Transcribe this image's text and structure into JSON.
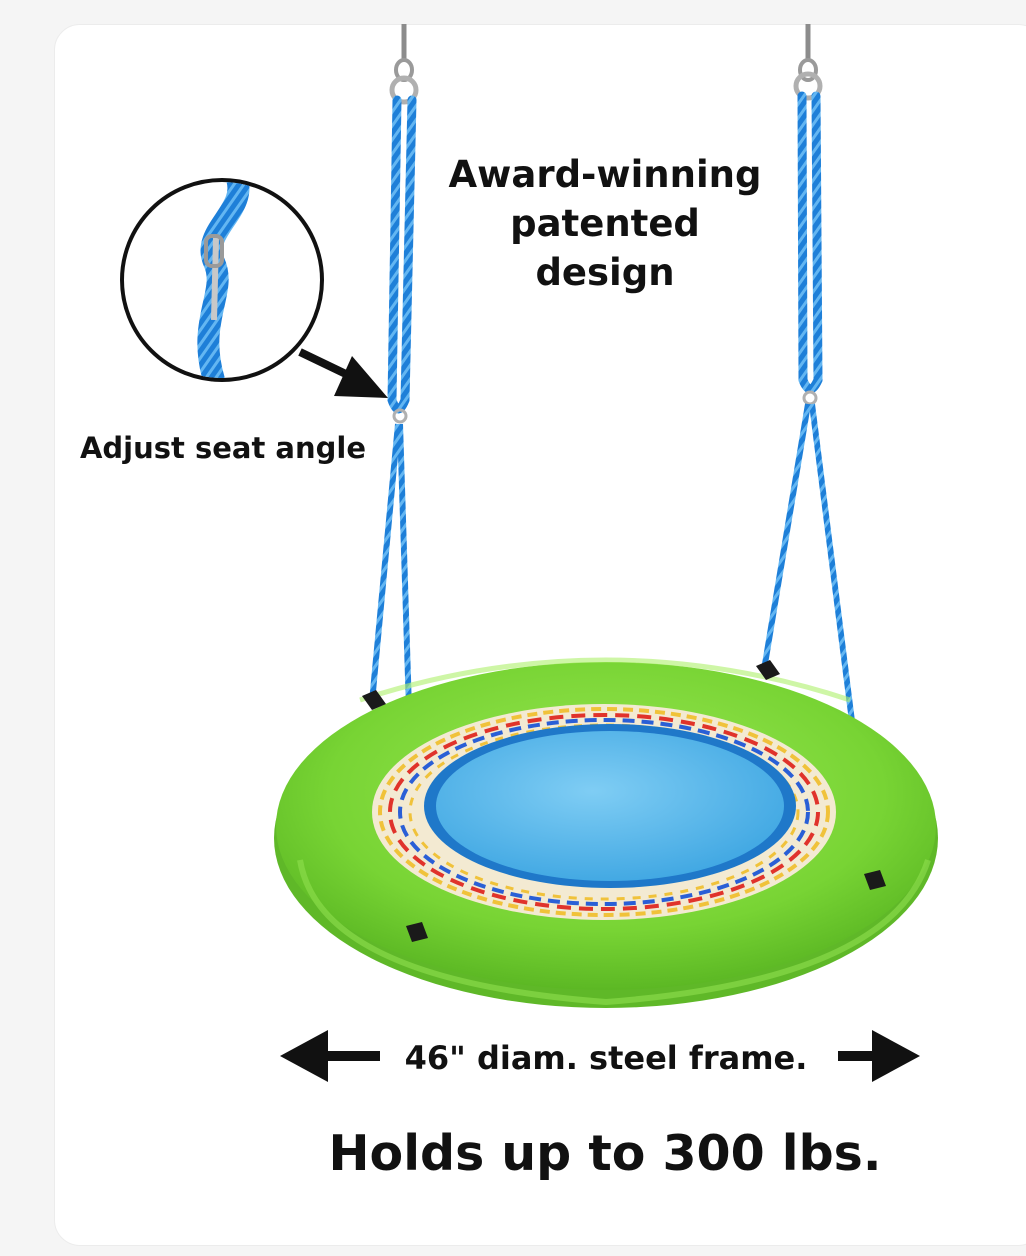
{
  "colors": {
    "rope": "#1e7fd8",
    "seat_rim": "#7fd63a",
    "seat_center": "#4fb6ea",
    "text": "#111111"
  },
  "captions": {
    "award": "Award-winning\npatented\ndesign",
    "adjust": "Adjust seat angle",
    "diameter": "46\" diam. steel frame.",
    "capacity": "Holds up to 300 lbs."
  },
  "icons": {
    "pointer": "arrow-icon",
    "width_left": "arrow-left-icon",
    "width_right": "arrow-right-icon"
  }
}
